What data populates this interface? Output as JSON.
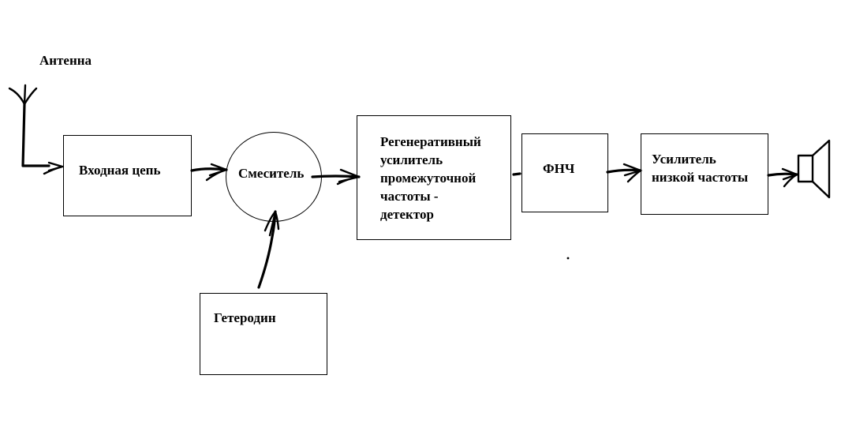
{
  "diagram": {
    "antenna_label": "Антенна",
    "blocks": {
      "input_circuit": "Входная цепь",
      "mixer": "Смеситель",
      "regen_amp": [
        "Регенеративный",
        "усилитель",
        "промежуточной",
        "частоты -",
        "детектор"
      ],
      "lpf": "ФНЧ",
      "af_amp": [
        "Усилитель",
        "низкой частоты"
      ],
      "local_osc": "Гетеродин"
    },
    "icons": {
      "antenna": "antenna-icon",
      "speaker": "speaker-icon"
    },
    "colors": {
      "ink": "#000000",
      "background": "#ffffff"
    }
  }
}
